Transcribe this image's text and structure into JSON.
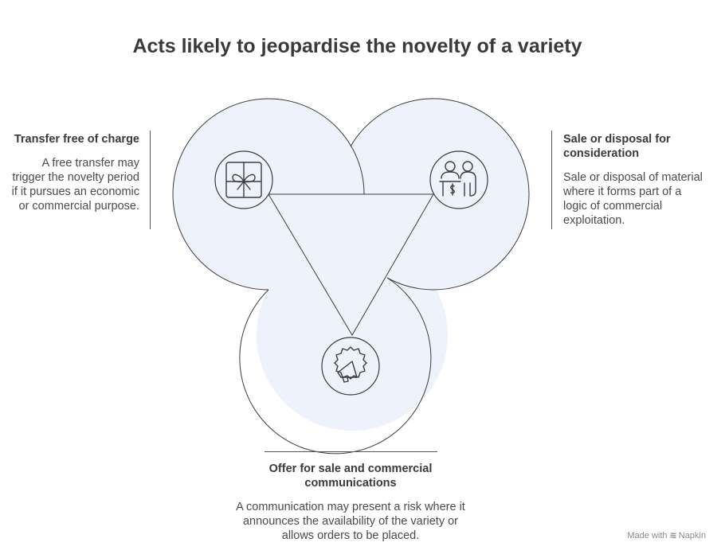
{
  "title": "Acts likely to jeopardise the novelty of a variety",
  "colors": {
    "circle_fill": "#edf2fd",
    "stroke": "#3c3c3c",
    "text": "#3a3a3a"
  },
  "items": [
    {
      "heading": "Transfer free of charge",
      "description": "A free transfer may trigger the novelty period if it pursues an economic or commercial purpose.",
      "icon": "gift-icon"
    },
    {
      "heading": "Sale or disposal for consideration",
      "description": "Sale or disposal of material where it forms part of a logic of commercial exploitation.",
      "icon": "sale-transaction-icon"
    },
    {
      "heading": "Offer for sale and commercial communications",
      "description": "A communication may present a risk where it announces the availability of the variety or allows orders to be placed.",
      "icon": "megaphone-icon"
    }
  ],
  "credit": {
    "prefix": "Made with",
    "brand": "Napkin"
  }
}
